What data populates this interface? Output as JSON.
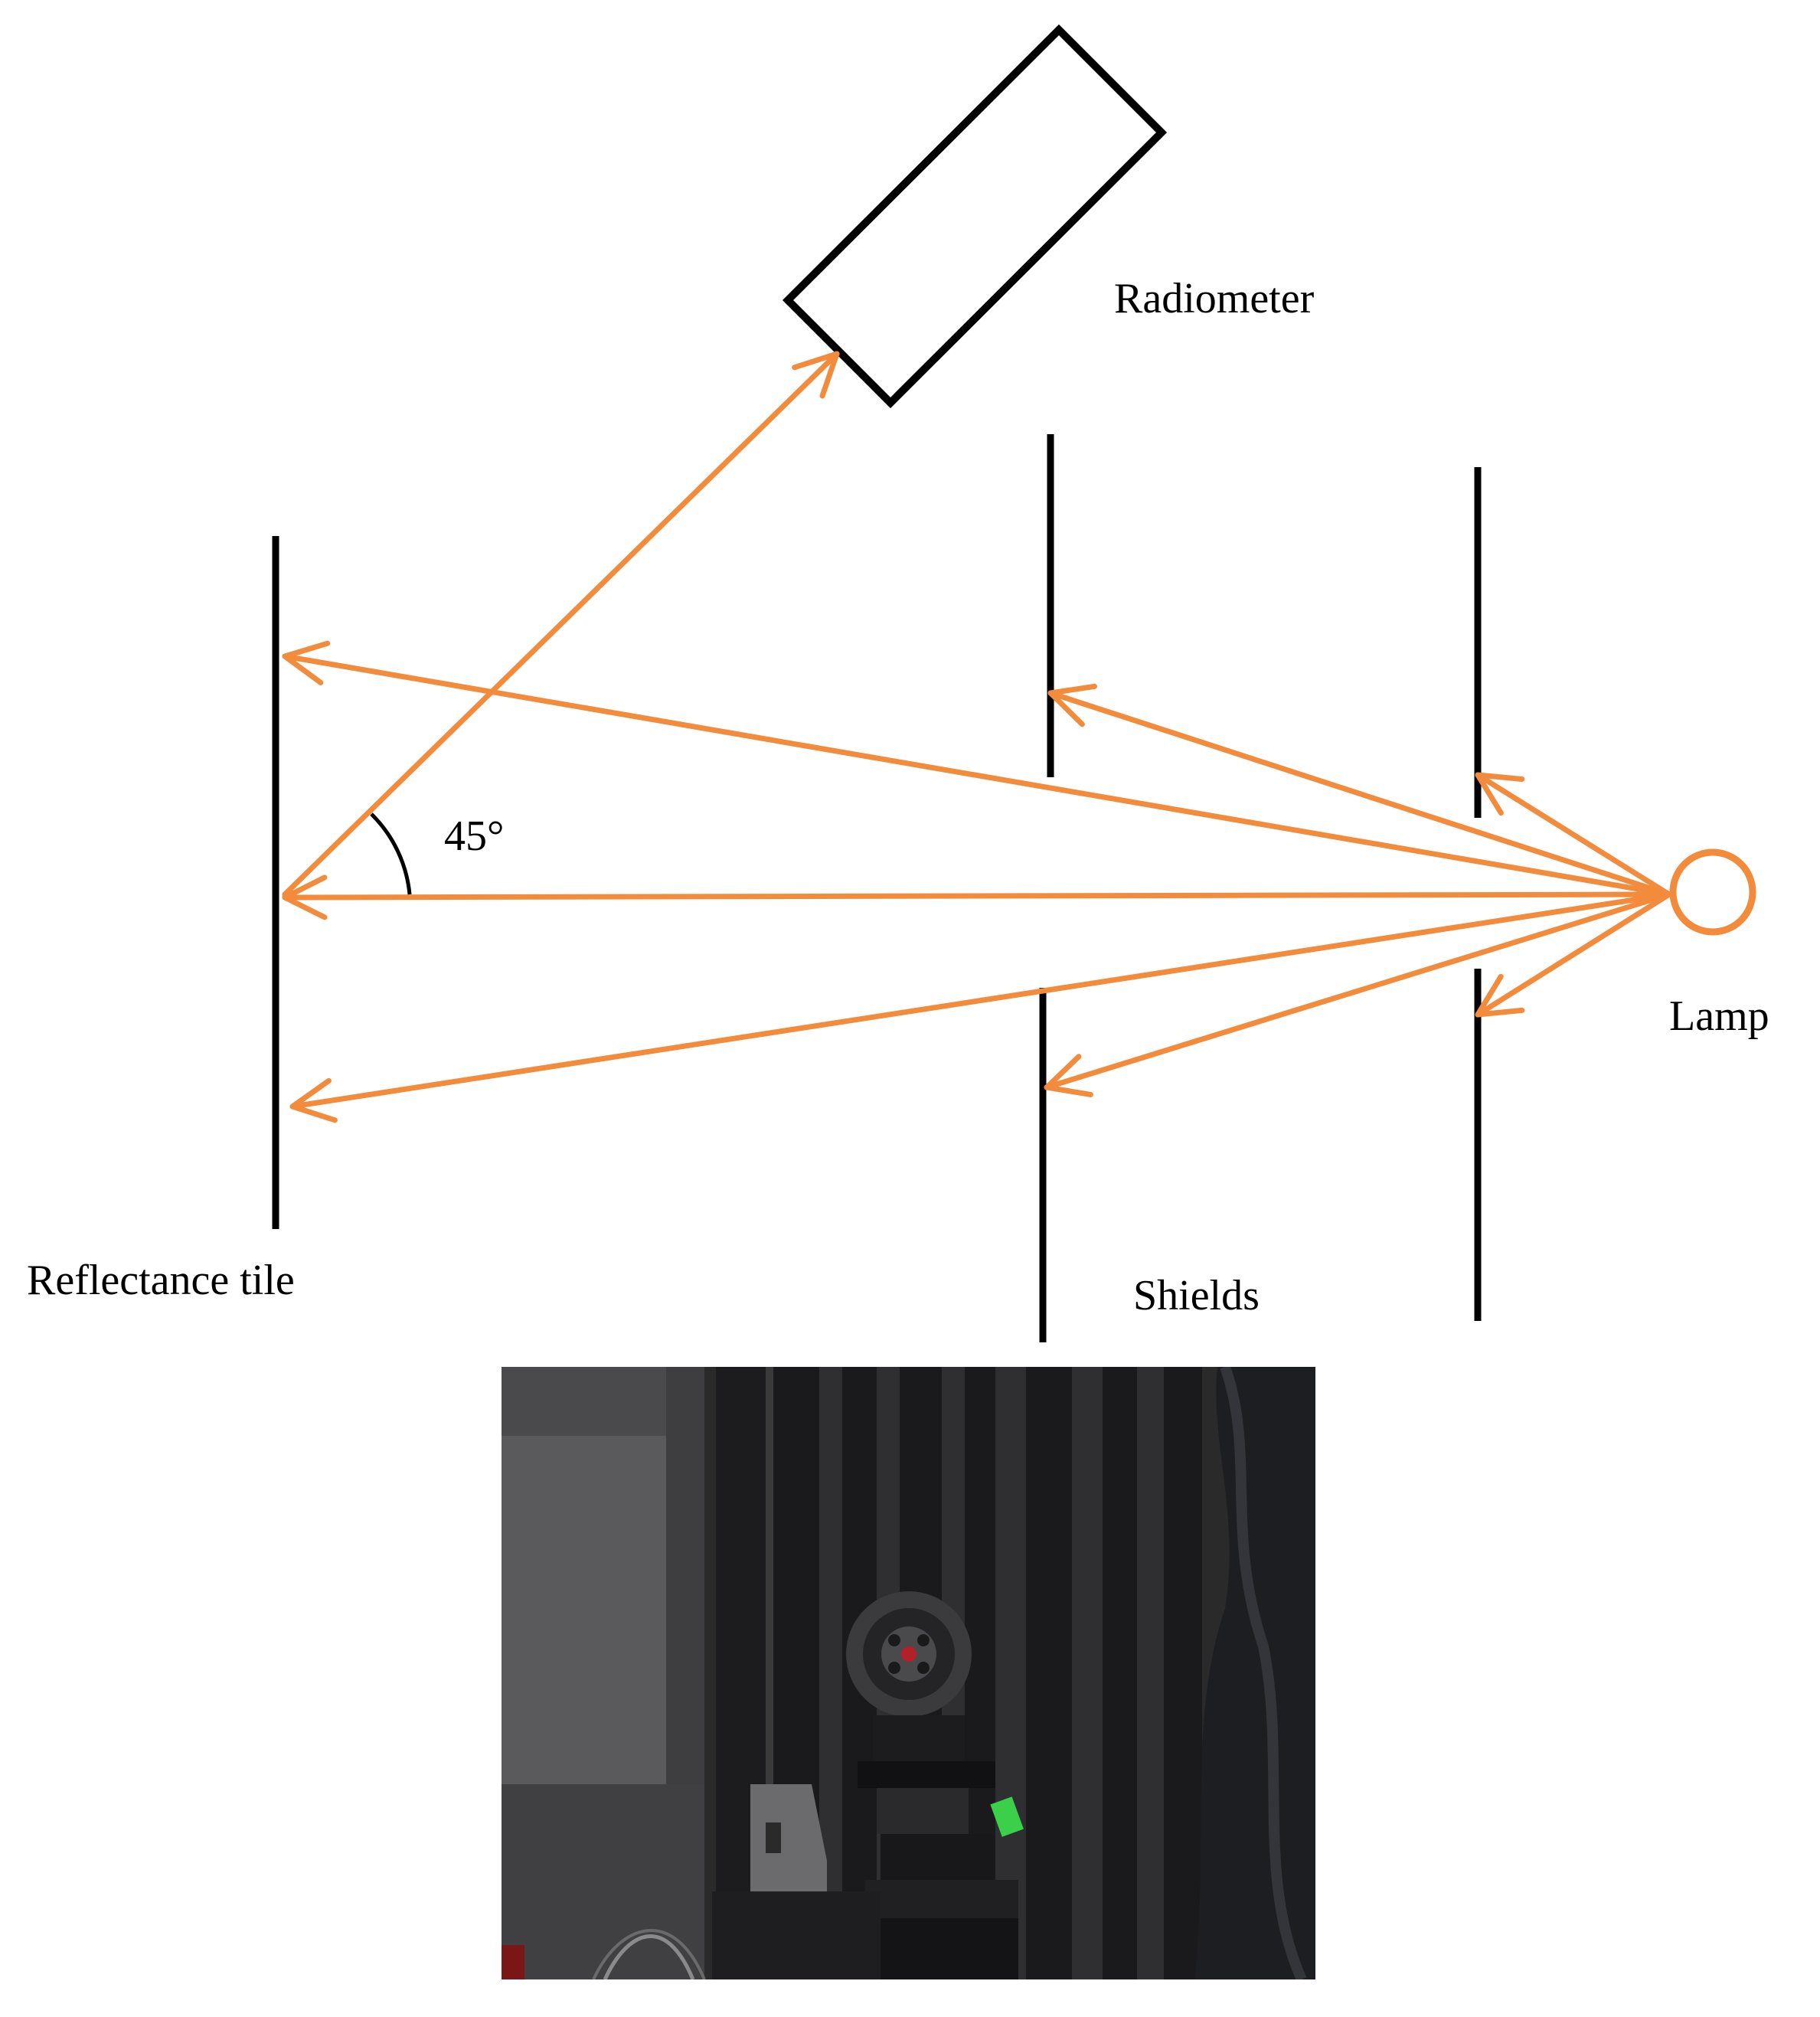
{
  "labels": {
    "radiometer": "Radiometer",
    "reflectance_tile": "Reflectance tile",
    "shields": "Shields",
    "lamp": "Lamp",
    "angle": "45°"
  },
  "colors": {
    "ray": "#F28C3C",
    "ink": "#000000",
    "photo_backdrop": "#2a2a2a",
    "photo_wall": "#5a5a5c"
  },
  "icons": {
    "lamp": "circle-outline",
    "radiometer": "rectangle-outline"
  }
}
